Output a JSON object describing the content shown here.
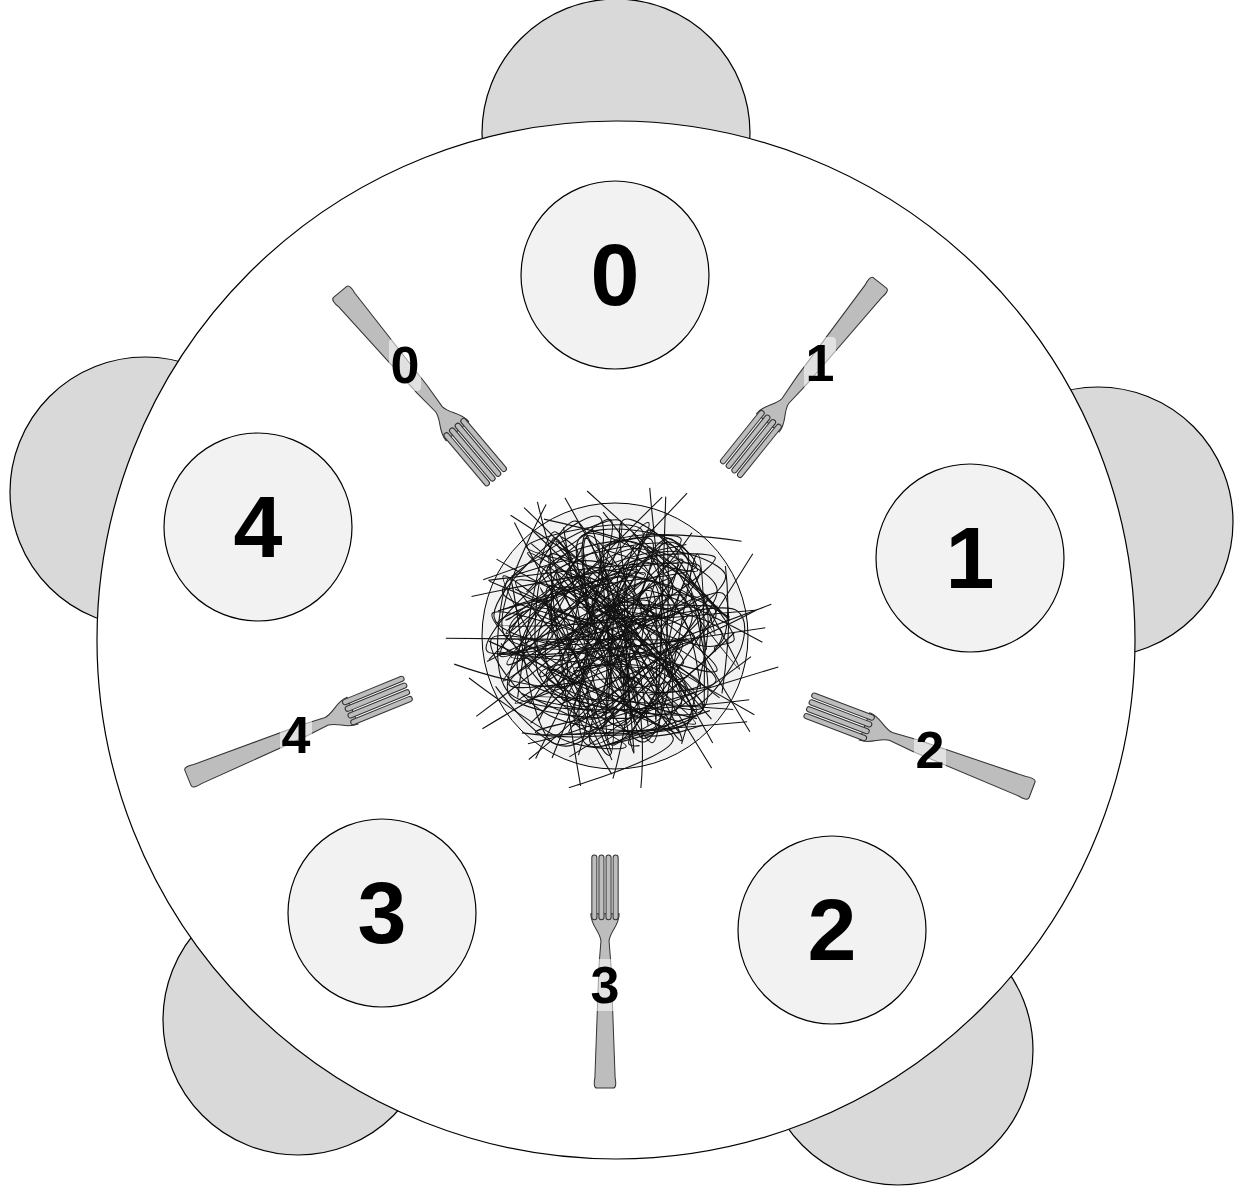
{
  "diagram": {
    "nodes": [
      {
        "text": [
          "0"
        ]
      },
      {
        "text": [
          "1"
        ]
      },
      {
        "text": [
          "2"
        ]
      },
      {
        "text": [
          "3"
        ]
      },
      {
        "text": [
          "4"
        ]
      }
    ],
    "labels": [
      "0",
      "1",
      "2",
      "3",
      "4"
    ]
  }
}
